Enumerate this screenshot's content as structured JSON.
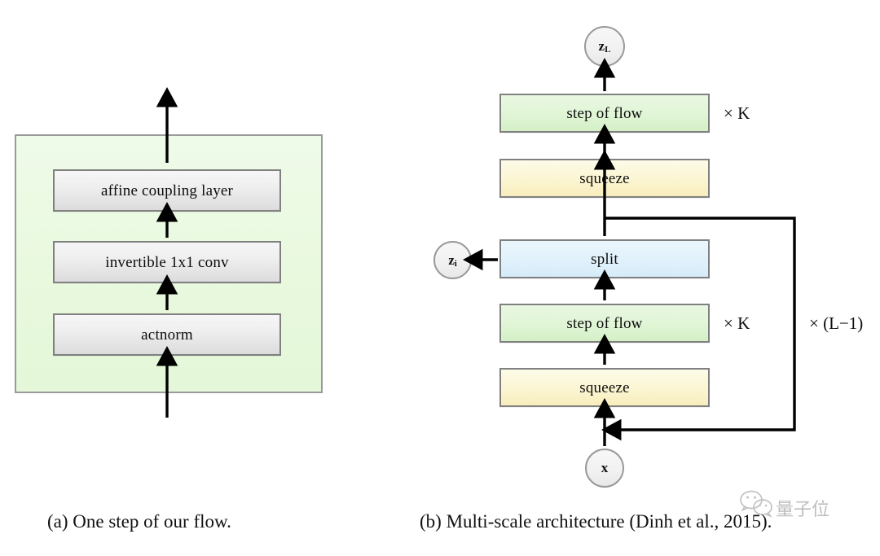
{
  "figure": {
    "kind": "diagram",
    "description": "Two-panel neural network flow architecture diagram",
    "panel_a": {
      "caption": "(a) One step of our flow.",
      "container_name": "one-step-of-flow-container",
      "container_color": "#e4f7d8",
      "blocks": [
        {
          "label": "affine coupling layer",
          "color": "#e8e8e8"
        },
        {
          "label": "invertible 1x1 conv",
          "color": "#e8e8e8"
        },
        {
          "label": "actnorm",
          "color": "#e8e8e8"
        }
      ]
    },
    "panel_b": {
      "caption": "(b) Multi-scale architecture (Dinh et al., 2015).",
      "blocks": [
        {
          "label": "step of flow",
          "color": "#d4f0c6"
        },
        {
          "label": "squeeze",
          "color": "#f8edbc"
        },
        {
          "label": "split",
          "color": "#d6ecfa"
        },
        {
          "label": "step of flow",
          "color": "#d4f0c6"
        },
        {
          "label": "squeeze",
          "color": "#f8edbc"
        }
      ],
      "nodes": [
        {
          "name": "z-L",
          "base": "z",
          "sub": "L"
        },
        {
          "name": "z-i",
          "base": "z",
          "sub": "i"
        },
        {
          "name": "x",
          "base": "x",
          "sub": ""
        }
      ],
      "multipliers": [
        {
          "name": "times-k-top",
          "label": "× K"
        },
        {
          "name": "times-k-bottom",
          "label": "× K"
        },
        {
          "name": "times-l-minus-1",
          "label": "× (L−1)"
        }
      ]
    },
    "watermark": {
      "text": "量子位",
      "icon": "wechat-icon",
      "color": "#6f6f6f"
    }
  }
}
